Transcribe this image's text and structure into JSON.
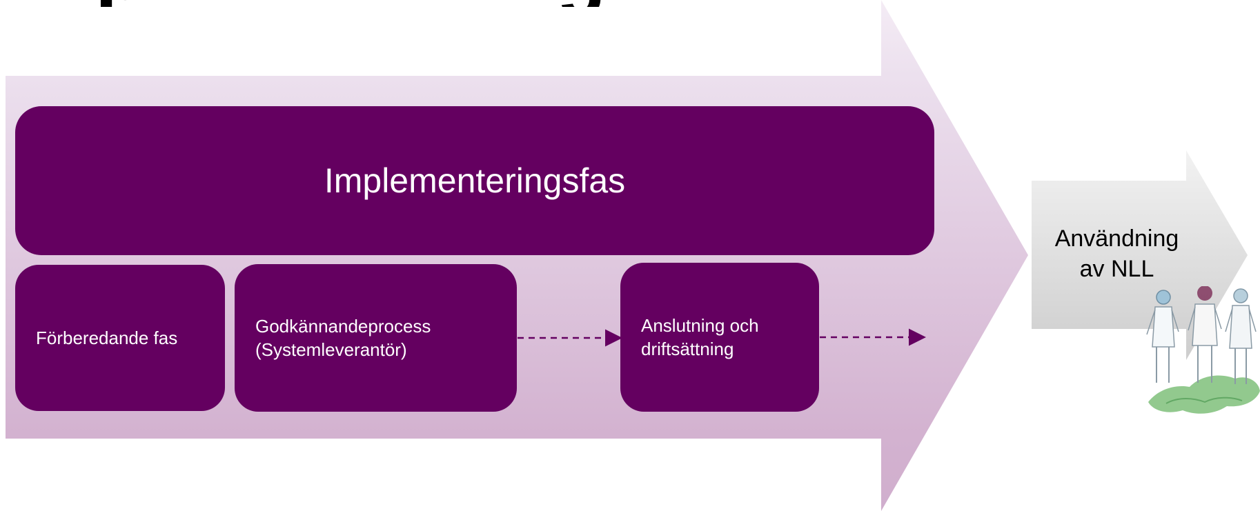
{
  "title_fragment": "Implementering",
  "diagram": {
    "main_phase": "Implementeringsfas",
    "steps": [
      {
        "label": "Förberedande fas"
      },
      {
        "label": "Godkännandeprocess\n(Systemleverantör)"
      },
      {
        "label": "Anslutning och\ndriftsättning"
      }
    ],
    "next_phase": "Användning\nav NLL",
    "people_icon": "people-on-map-icon"
  },
  "colors": {
    "phase_purple": "#640060",
    "arrow_gradient_top": "#ece0ee",
    "arrow_gradient_bottom": "#d3b2d0",
    "gray_arrow_top": "#f2f2f2",
    "gray_arrow_bottom": "#cfcfcf",
    "connector": "#640060"
  }
}
